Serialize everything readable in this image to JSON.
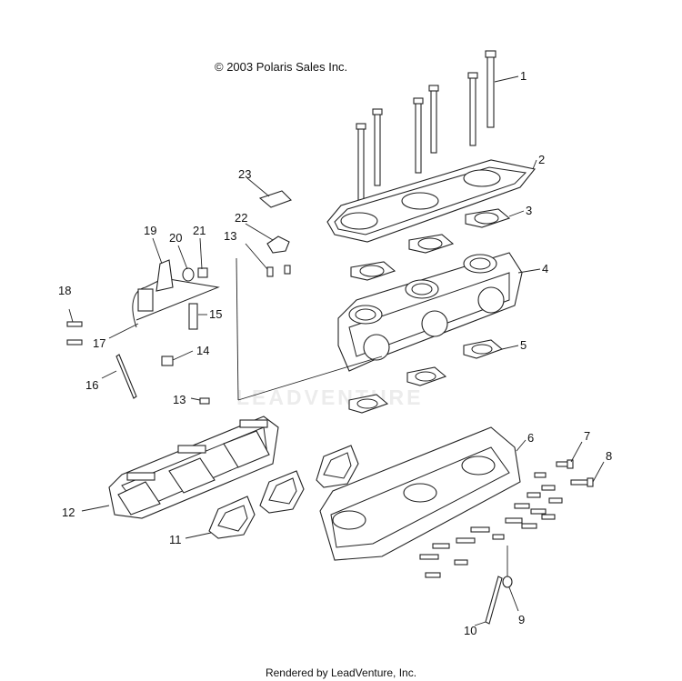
{
  "copyright": "© 2003 Polaris Sales Inc.",
  "footer": "Rendered by LeadVenture, Inc.",
  "watermark": "LEADVENTURE",
  "callouts": {
    "c1": "1",
    "c2": "2",
    "c3": "3",
    "c4": "4",
    "c5": "5",
    "c6": "6",
    "c7": "7",
    "c8": "8",
    "c9": "9",
    "c10": "10",
    "c11": "11",
    "c12": "12",
    "c13a": "13",
    "c13b": "13",
    "c14": "14",
    "c15": "15",
    "c16": "16",
    "c17": "17",
    "c18": "18",
    "c19": "19",
    "c20": "20",
    "c21": "21",
    "c22": "22",
    "c23": "23"
  }
}
